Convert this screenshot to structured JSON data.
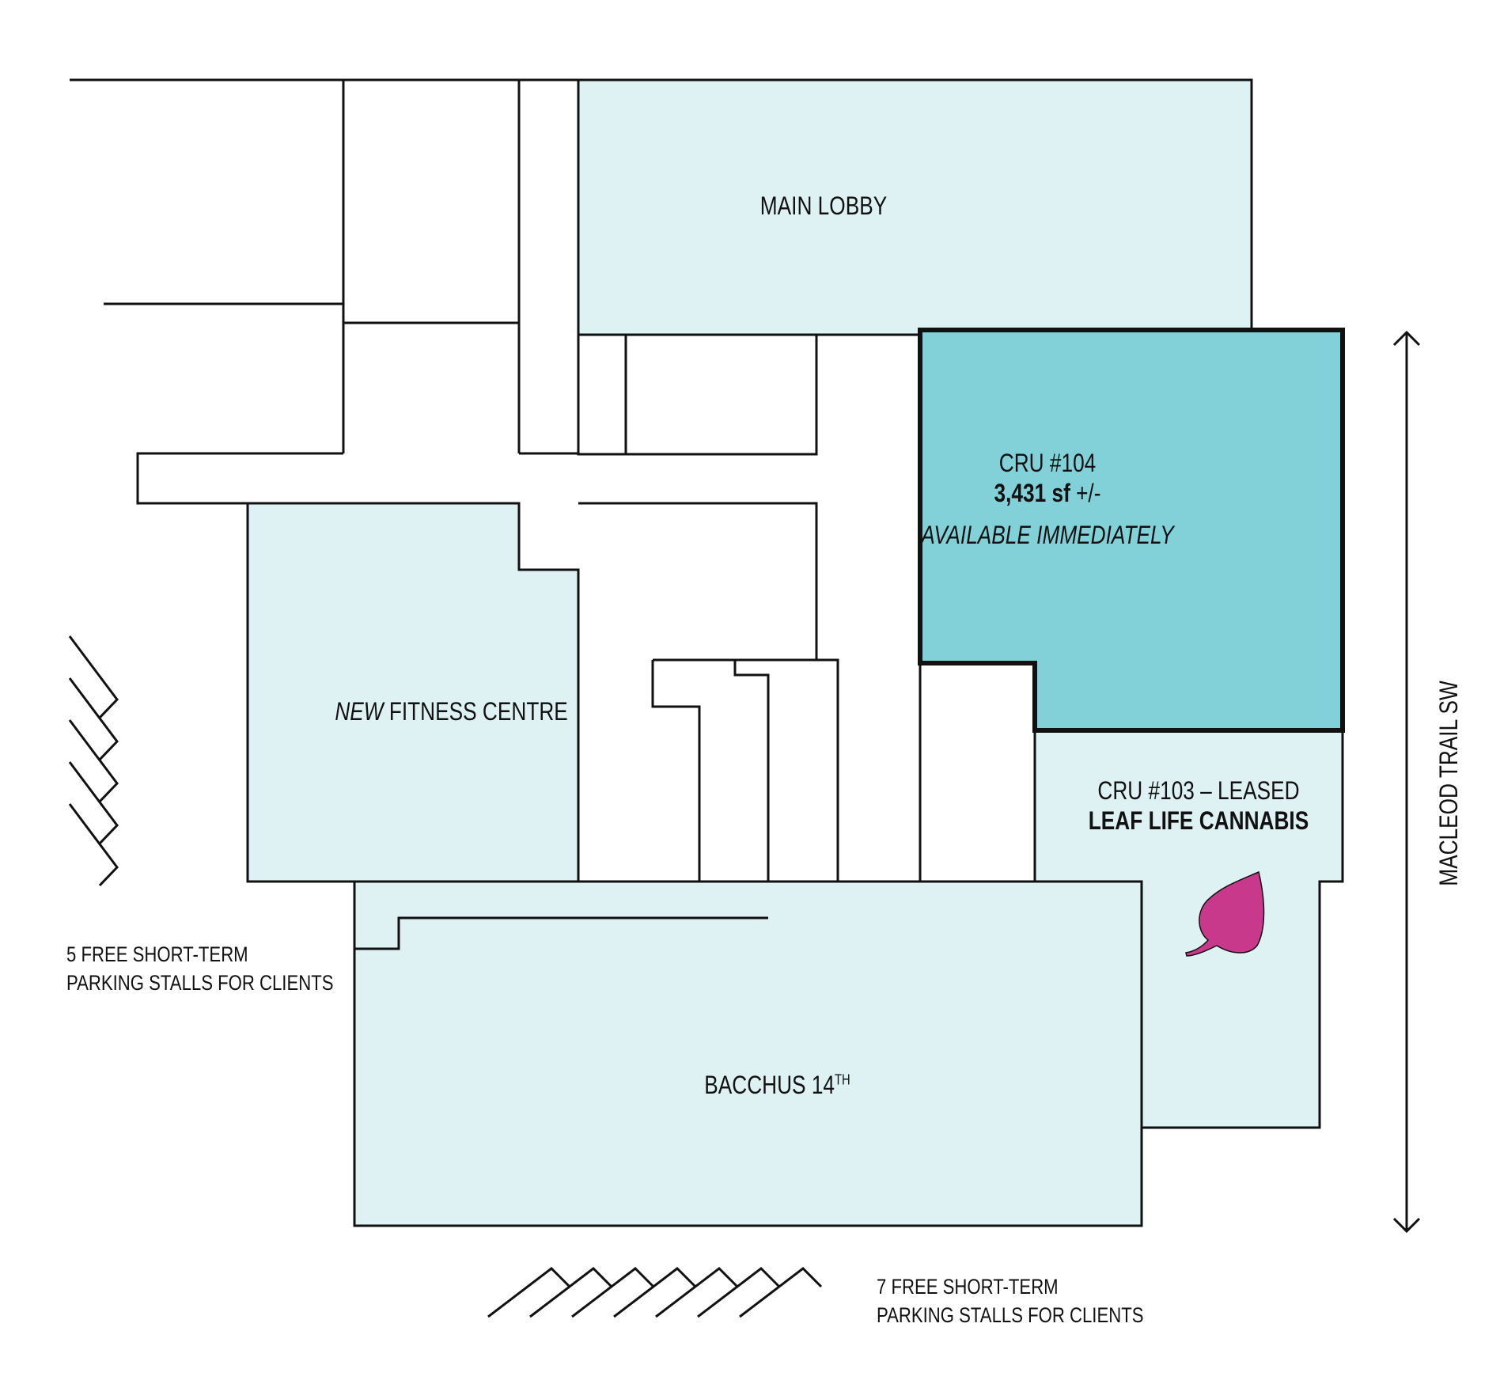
{
  "colors": {
    "room_fill": "#def1f3",
    "available_fill": "#83d1d8",
    "leaf": "#c8398b",
    "line": "#111111"
  },
  "rooms": {
    "main_lobby": "MAIN LOBBY",
    "cru104": {
      "name": "CRU #104",
      "area_bold": "3,431 sf",
      "area_suffix": " +/-",
      "availability": "AVAILABLE IMMEDIATELY"
    },
    "fitness": {
      "prefix": "NEW",
      "name": " FITNESS CENTRE"
    },
    "cru103": {
      "name": "CRU #103 – LEASED",
      "tenant": "LEAF LIFE CANNABIS"
    },
    "bacchus": {
      "name": "BACCHUS 14",
      "sup": "TH"
    }
  },
  "parking": {
    "left": {
      "line1": "5 FREE SHORT-TERM",
      "line2": "PARKING STALLS FOR CLIENTS",
      "stalls": 5
    },
    "bottom": {
      "line1": "7 FREE SHORT-TERM",
      "line2": "PARKING STALLS FOR CLIENTS",
      "stalls": 7
    }
  },
  "street": "MACLEOD TRAIL SW",
  "icons": {
    "leaf": "leaf-icon",
    "street_arrow": "double-arrow-icon"
  }
}
